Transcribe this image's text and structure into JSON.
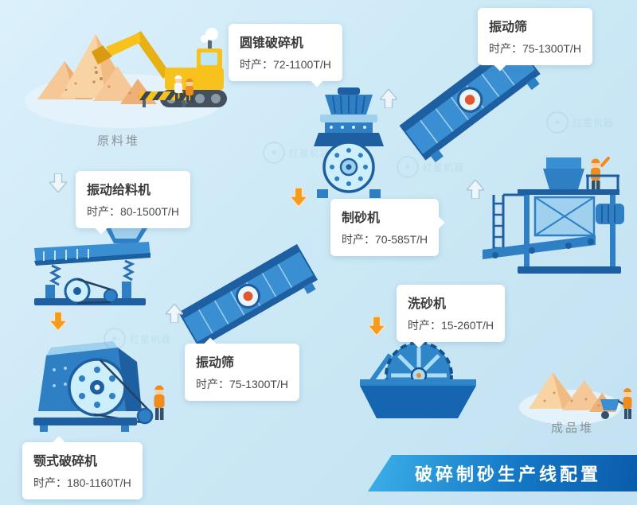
{
  "colors": {
    "background_top": "#dbf0fb",
    "background_bottom": "#c2e1f1",
    "machine_blue": "#2e7fc4",
    "machine_dark": "#1d5fa0",
    "machine_light": "#9fd0ee",
    "sand": "#f2bb82",
    "accent_orange": "#f59b1e",
    "banner_gradient_start": "#3cb0e8",
    "banner_gradient_end": "#0a5cab"
  },
  "labels": {
    "raw_pile": "原料堆",
    "product_pile": "成品堆"
  },
  "callouts": {
    "feeder": {
      "title": "振动给料机",
      "capacity": "时产：80-1500T/H"
    },
    "cone_crusher": {
      "title": "圆锥破碎机",
      "capacity": "时产：72-1100T/H"
    },
    "screen_top": {
      "title": "振动筛",
      "capacity": "时产：75-1300T/H"
    },
    "sand_maker": {
      "title": "制砂机",
      "capacity": "时产：70-585T/H"
    },
    "screen_mid": {
      "title": "振动筛",
      "capacity": "时产：75-1300T/H"
    },
    "sand_washer": {
      "title": "洗砂机",
      "capacity": "时产：15-260T/H"
    },
    "jaw_crusher": {
      "title": "颚式破碎机",
      "capacity": "时产：180-1160T/H"
    }
  },
  "banner": {
    "text": "破碎制砂生产线配置"
  },
  "watermark": {
    "text": "红星机器"
  }
}
